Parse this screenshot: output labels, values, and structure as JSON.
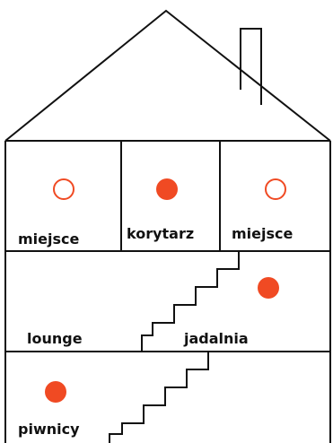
{
  "rooms": [
    {
      "label": "miejsce",
      "indicator": "empty"
    },
    {
      "label": "korytarz",
      "indicator": "filled"
    },
    {
      "label": "miejsce",
      "indicator": "empty"
    },
    {
      "label": "lounge",
      "indicator": "none"
    },
    {
      "label": "jadalnia",
      "indicator": "filled"
    },
    {
      "label": "piwnicy",
      "indicator": "filled"
    }
  ],
  "colors": {
    "line": "#111111",
    "indicator": "#f04a23",
    "background": "#ffffff"
  },
  "icons": {
    "indicator_filled": "filled-dot-icon",
    "indicator_empty": "empty-dot-icon",
    "chimney": "chimney-icon",
    "staircase": "staircase-icon"
  }
}
